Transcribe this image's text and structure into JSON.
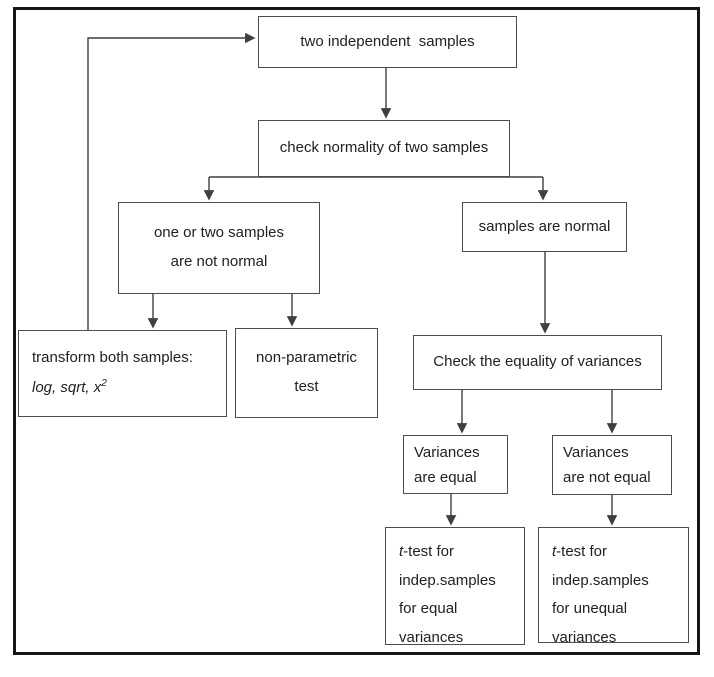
{
  "diagram": {
    "type": "flowchart",
    "colors": {
      "background": "#ffffff",
      "frame_border": "#161616",
      "box_border": "#4d4d4d",
      "connector": "#3f3f3f",
      "text": "#212121"
    },
    "nodes": {
      "start": {
        "label": "two independent  samples"
      },
      "check_normality": {
        "label": "check normality of two samples"
      },
      "not_normal": {
        "line1": "one or two samples",
        "line2": "are not normal"
      },
      "normal": {
        "label": "samples are normal"
      },
      "transform": {
        "line1": "transform both samples:",
        "formula_base": "log, sqrt, x",
        "formula_sup": "2"
      },
      "nonparametric": {
        "line1": "non-parametric",
        "line2": "test"
      },
      "check_variances": {
        "label": "Check the equality of variances"
      },
      "var_equal": {
        "line1": "Variances",
        "line2": "are equal"
      },
      "var_not_equal": {
        "line1": "Variances",
        "line2": "are not equal"
      },
      "ttest_equal": {
        "t_italic": "t",
        "t_rest": "-test for",
        "line2": "indep.samples",
        "line3": "for equal",
        "line4": "variances"
      },
      "ttest_unequal": {
        "t_italic": "t",
        "t_rest": "-test for",
        "line2": "indep.samples",
        "line3": "for unequal",
        "line4": "variances"
      }
    },
    "edges": [
      "start -> check_normality",
      "check_normality -> not_normal",
      "check_normality -> normal",
      "not_normal -> transform",
      "not_normal -> nonparametric",
      "normal -> check_variances",
      "check_variances -> var_equal",
      "check_variances -> var_not_equal",
      "var_equal -> ttest_equal",
      "var_not_equal -> ttest_unequal",
      "transform -> start (loop back)"
    ]
  }
}
